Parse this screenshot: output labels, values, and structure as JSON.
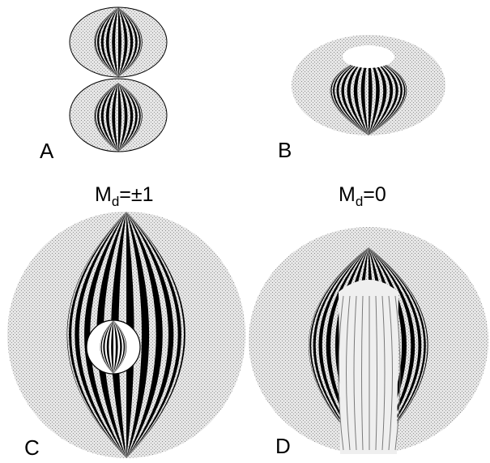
{
  "colors": {
    "stripe": "#000000",
    "gap": "#ffffff",
    "shade": "#bdbdbd"
  },
  "panels": {
    "a": {
      "letter": "A",
      "shape": "two-hemispheres"
    },
    "b": {
      "letter": "B",
      "shape": "torus"
    },
    "c": {
      "letter": "C",
      "shape": "sphere-with-inner-sphere"
    },
    "d": {
      "letter": "D",
      "shape": "cut-torus"
    }
  },
  "labels": {
    "left": {
      "symbol": "M",
      "subscript": "d",
      "value": "=±1"
    },
    "right": {
      "symbol": "M",
      "subscript": "d",
      "value": "=0"
    }
  }
}
